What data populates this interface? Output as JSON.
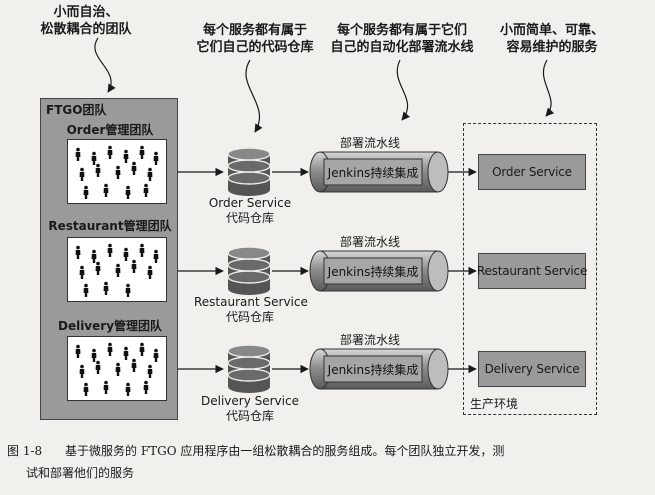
{
  "callouts": {
    "team": [
      "小而自治、",
      "松散耦合的团队"
    ],
    "repo": [
      "每个服务都有属于",
      "它们自己的代码仓库"
    ],
    "pipeline": [
      "每个服务都有属于它们",
      "自己的自动化部署流水线"
    ],
    "service": [
      "小而简单、可靠、",
      "容易维护的服务"
    ]
  },
  "ftgo_team_label": "FTGO团队",
  "teams": [
    {
      "label": "Order管理团队",
      "people_count": 15
    },
    {
      "label": "Restaurant管理团队",
      "people_count": 14
    },
    {
      "label": "Delivery管理团队",
      "people_count": 15
    }
  ],
  "repositories": [
    {
      "name": "Order Service",
      "kind": "代码仓库"
    },
    {
      "name": "Restaurant Service",
      "kind": "代码仓库"
    },
    {
      "name": "Delivery Service",
      "kind": "代码仓库"
    }
  ],
  "pipelines": [
    {
      "label": "部署流水线",
      "tool": "Jenkins持续集成"
    },
    {
      "label": "部署流水线",
      "tool": "Jenkins持续集成"
    },
    {
      "label": "部署流水线",
      "tool": "Jenkins持续集成"
    }
  ],
  "services": [
    "Order Service",
    "Restaurant Service",
    "Delivery Service"
  ],
  "production_label": "生产环境",
  "caption": {
    "number": "图 1-8",
    "line1": "基于微服务的 FTGO 应用程序由一组松散耦合的服务组成。每个团队独立开发，测",
    "line2": "试和部署他们的服务"
  },
  "colors": {
    "gray_fill": "#9a9a9a",
    "background": "#f1f0ec",
    "ink": "#1a1a1a"
  }
}
